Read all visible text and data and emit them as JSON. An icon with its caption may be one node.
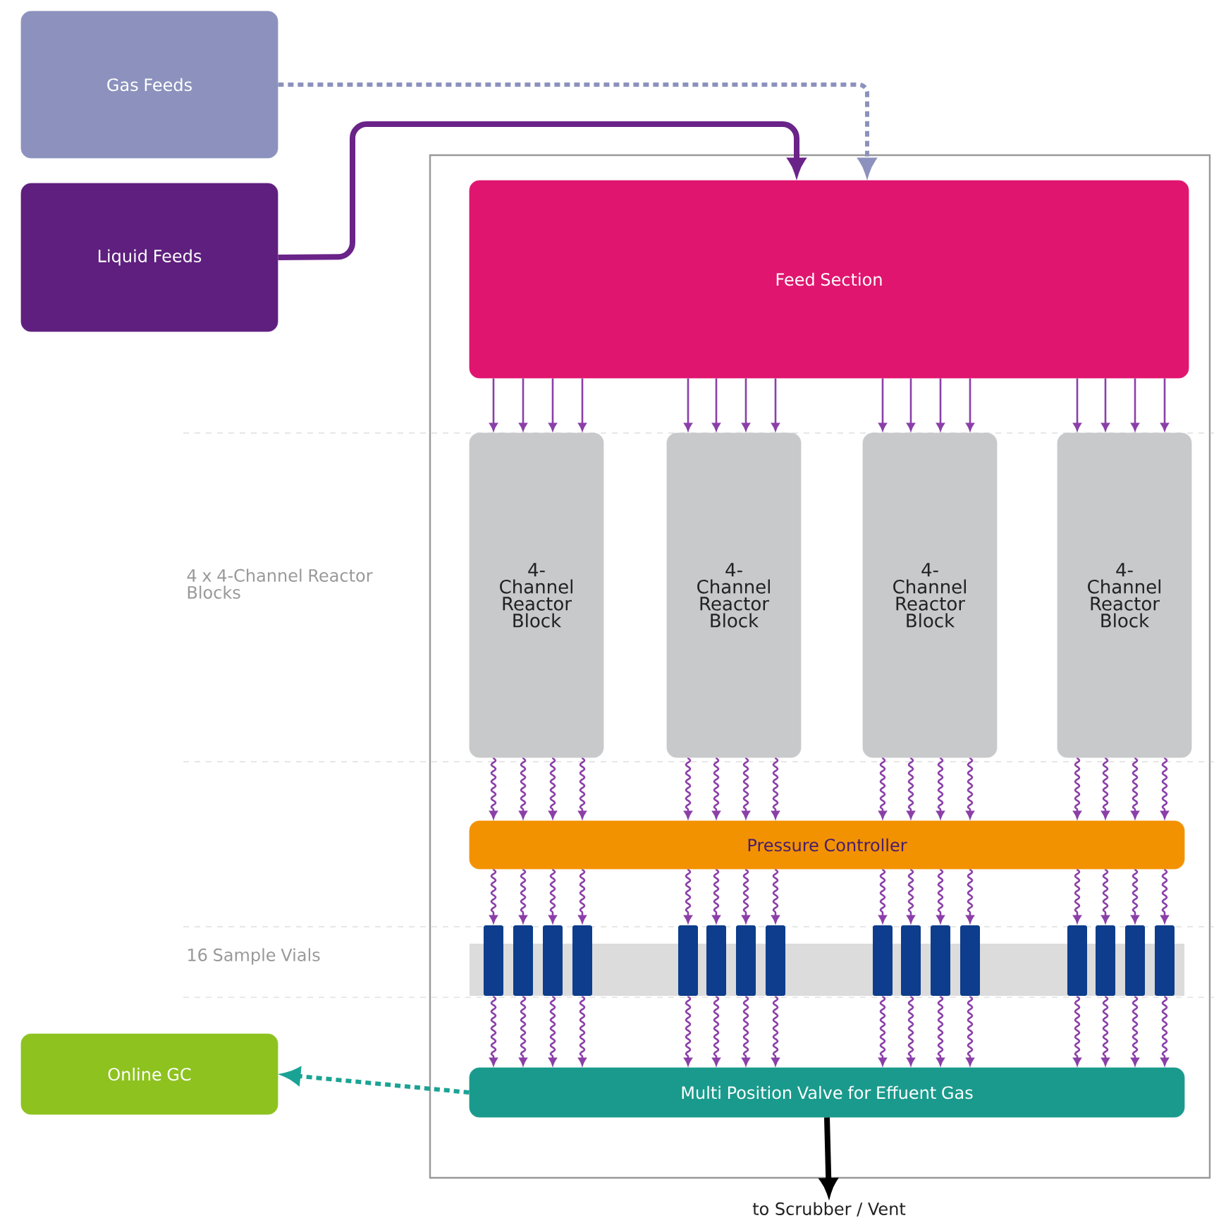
{
  "diagram": {
    "nodes": [
      {
        "text": [
          "Gas Feeds"
        ]
      },
      {
        "text": [
          "Liquid Feeds"
        ]
      },
      {
        "text": [],
        "shape": "box"
      },
      {
        "text": [
          "Feed Section"
        ],
        "in": 2
      },
      {
        "text": [
          "4-Channel Reactor Block"
        ],
        "in": 2
      },
      {
        "text": [
          "4-Channel Reactor Block"
        ],
        "in": 2
      },
      {
        "text": [
          "4-Channel Reactor Block"
        ],
        "in": 2
      },
      {
        "text": [
          "4-Channel Reactor Block"
        ],
        "in": 2
      },
      {
        "text": [
          "Pressure Controller"
        ],
        "in": 2
      },
      {
        "text": [],
        "shape": "bar",
        "in": 2
      },
      {
        "text": [],
        "shape": "bar",
        "in": 2
      },
      {
        "text": [],
        "shape": "bar",
        "in": 2
      },
      {
        "text": [],
        "shape": "bar",
        "in": 2
      },
      {
        "text": [],
        "shape": "bar",
        "in": 2
      },
      {
        "text": [],
        "shape": "bar",
        "in": 2
      },
      {
        "text": [],
        "shape": "bar",
        "in": 2
      },
      {
        "text": [],
        "shape": "bar",
        "in": 2
      },
      {
        "text": [],
        "shape": "bar",
        "in": 2
      },
      {
        "text": [],
        "shape": "bar",
        "in": 2
      },
      {
        "text": [],
        "shape": "bar",
        "in": 2
      },
      {
        "text": [],
        "shape": "bar",
        "in": 2
      },
      {
        "text": [],
        "shape": "bar",
        "in": 2
      },
      {
        "text": [],
        "shape": "bar",
        "in": 2
      },
      {
        "text": [],
        "shape": "bar",
        "in": 2
      },
      {
        "text": [],
        "shape": "bar",
        "in": 2
      },
      {
        "text": [
          "Multi Position Valve for Effuent Gas"
        ],
        "in": 2
      },
      {
        "text": [
          "Online GC"
        ]
      },
      {
        "text": [
          "to Scrubber / Vent"
        ]
      }
    ],
    "edges": [
      {
        "from": 0,
        "to": 3,
        "arrow": "to",
        "style": "dashed",
        "color": "#8c92bd"
      },
      {
        "from": 1,
        "to": 3,
        "arrow": "to",
        "style": "thick",
        "color": "#6a2388"
      },
      {
        "from": 3,
        "to": 4,
        "arrow": "to"
      },
      {
        "from": 3,
        "to": 4,
        "arrow": "to"
      },
      {
        "from": 3,
        "to": 4,
        "arrow": "to"
      },
      {
        "from": 3,
        "to": 4,
        "arrow": "to"
      },
      {
        "from": 3,
        "to": 5,
        "arrow": "to"
      },
      {
        "from": 3,
        "to": 5,
        "arrow": "to"
      },
      {
        "from": 3,
        "to": 5,
        "arrow": "to"
      },
      {
        "from": 3,
        "to": 5,
        "arrow": "to"
      },
      {
        "from": 3,
        "to": 6,
        "arrow": "to"
      },
      {
        "from": 3,
        "to": 6,
        "arrow": "to"
      },
      {
        "from": 3,
        "to": 6,
        "arrow": "to"
      },
      {
        "from": 3,
        "to": 6,
        "arrow": "to"
      },
      {
        "from": 3,
        "to": 7,
        "arrow": "to"
      },
      {
        "from": 3,
        "to": 7,
        "arrow": "to"
      },
      {
        "from": 3,
        "to": 7,
        "arrow": "to"
      },
      {
        "from": 3,
        "to": 7,
        "arrow": "to"
      },
      {
        "from": 4,
        "to": 8,
        "arrow": "to"
      },
      {
        "from": 4,
        "to": 8,
        "arrow": "to"
      },
      {
        "from": 4,
        "to": 8,
        "arrow": "to"
      },
      {
        "from": 4,
        "to": 8,
        "arrow": "to"
      },
      {
        "from": 5,
        "to": 8,
        "arrow": "to"
      },
      {
        "from": 5,
        "to": 8,
        "arrow": "to"
      },
      {
        "from": 5,
        "to": 8,
        "arrow": "to"
      },
      {
        "from": 5,
        "to": 8,
        "arrow": "to"
      },
      {
        "from": 6,
        "to": 8,
        "arrow": "to"
      },
      {
        "from": 6,
        "to": 8,
        "arrow": "to"
      },
      {
        "from": 6,
        "to": 8,
        "arrow": "to"
      },
      {
        "from": 6,
        "to": 8,
        "arrow": "to"
      },
      {
        "from": 7,
        "to": 8,
        "arrow": "to"
      },
      {
        "from": 7,
        "to": 8,
        "arrow": "to"
      },
      {
        "from": 7,
        "to": 8,
        "arrow": "to"
      },
      {
        "from": 7,
        "to": 8,
        "arrow": "to"
      },
      {
        "from": 8,
        "to": 9,
        "arrow": "to"
      },
      {
        "from": 8,
        "to": 10,
        "arrow": "to"
      },
      {
        "from": 8,
        "to": 11,
        "arrow": "to"
      },
      {
        "from": 8,
        "to": 12,
        "arrow": "to"
      },
      {
        "from": 8,
        "to": 13,
        "arrow": "to"
      },
      {
        "from": 8,
        "to": 14,
        "arrow": "to"
      },
      {
        "from": 8,
        "to": 15,
        "arrow": "to"
      },
      {
        "from": 8,
        "to": 16,
        "arrow": "to"
      },
      {
        "from": 8,
        "to": 17,
        "arrow": "to"
      },
      {
        "from": 8,
        "to": 18,
        "arrow": "to"
      },
      {
        "from": 8,
        "to": 19,
        "arrow": "to"
      },
      {
        "from": 8,
        "to": 20,
        "arrow": "to"
      },
      {
        "from": 8,
        "to": 21,
        "arrow": "to"
      },
      {
        "from": 8,
        "to": 22,
        "arrow": "to"
      },
      {
        "from": 8,
        "to": 23,
        "arrow": "to"
      },
      {
        "from": 8,
        "to": 24,
        "arrow": "to"
      },
      {
        "from": 9,
        "to": 25,
        "arrow": "to"
      },
      {
        "from": 10,
        "to": 25,
        "arrow": "to"
      },
      {
        "from": 11,
        "to": 25,
        "arrow": "to"
      },
      {
        "from": 12,
        "to": 25,
        "arrow": "to"
      },
      {
        "from": 13,
        "to": 25,
        "arrow": "to"
      },
      {
        "from": 14,
        "to": 25,
        "arrow": "to"
      },
      {
        "from": 15,
        "to": 25,
        "arrow": "to"
      },
      {
        "from": 16,
        "to": 25,
        "arrow": "to"
      },
      {
        "from": 17,
        "to": 25,
        "arrow": "to"
      },
      {
        "from": 18,
        "to": 25,
        "arrow": "to"
      },
      {
        "from": 19,
        "to": 25,
        "arrow": "to"
      },
      {
        "from": 20,
        "to": 25,
        "arrow": "to"
      },
      {
        "from": 21,
        "to": 25,
        "arrow": "to"
      },
      {
        "from": 22,
        "to": 25,
        "arrow": "to"
      },
      {
        "from": 23,
        "to": 25,
        "arrow": "to"
      },
      {
        "from": 24,
        "to": 25,
        "arrow": "to"
      },
      {
        "from": 25,
        "to": 26,
        "arrow": "to",
        "style": "dashed",
        "color": "#1aa394"
      },
      {
        "from": 25,
        "to": 27,
        "arrow": "to",
        "style": "thick",
        "color": "#000000"
      }
    ],
    "labels": [
      "4 x 4-Channel Reactor Blocks",
      "16 Sample Vials"
    ]
  }
}
